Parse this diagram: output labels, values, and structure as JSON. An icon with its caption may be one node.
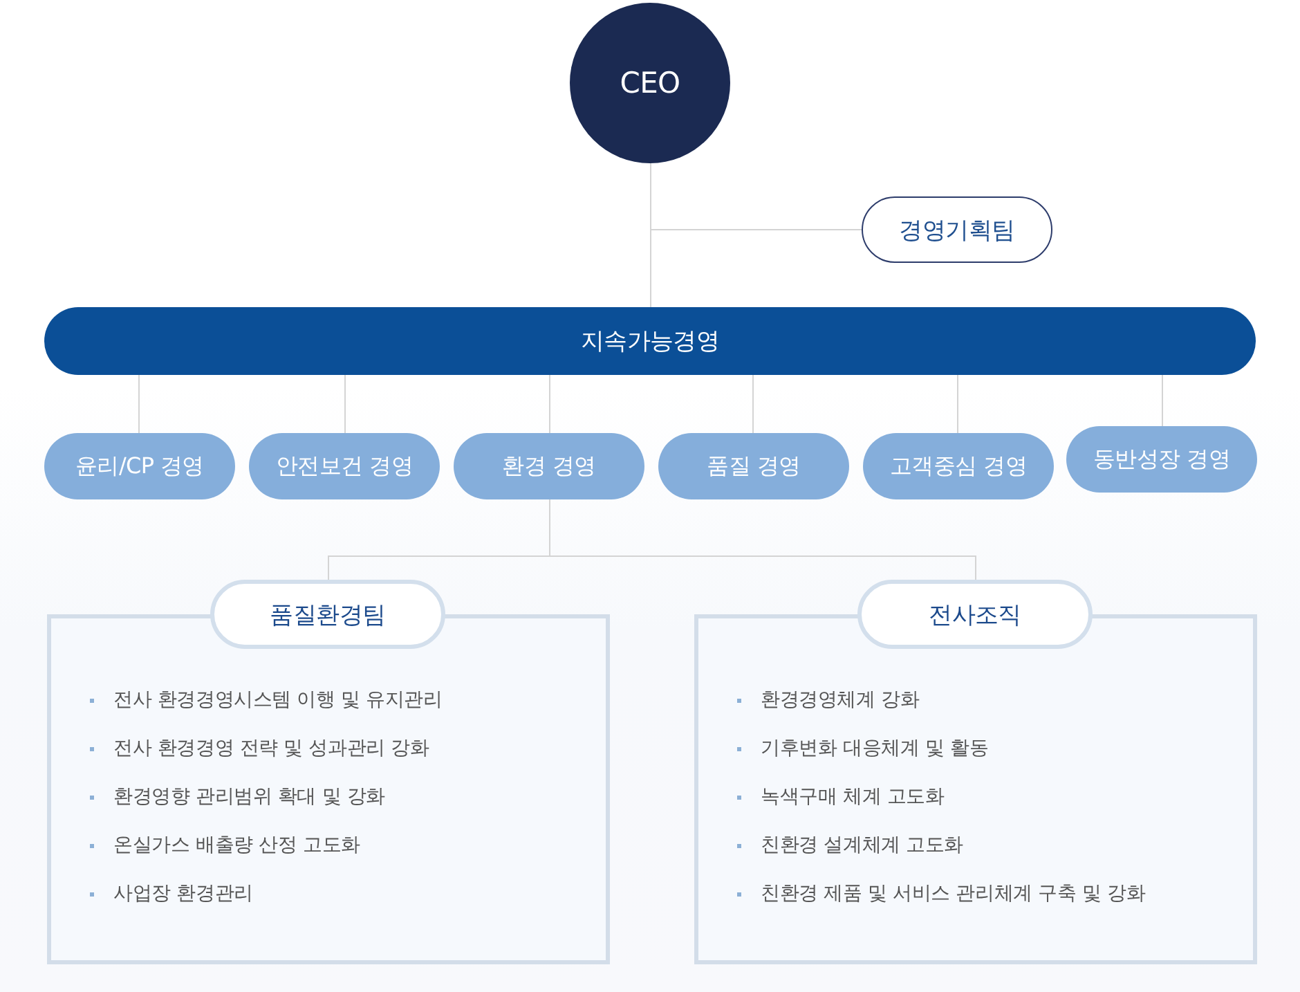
{
  "diagram": {
    "nodes": [
      {
        "text": [
          "CEO"
        ]
      },
      {
        "text": [
          "경영기획팀"
        ]
      },
      {
        "text": [
          "지속가능경영"
        ]
      },
      {
        "text": [
          "윤리/CP 경영"
        ]
      },
      {
        "text": [
          "안전보건 경영"
        ]
      },
      {
        "text": [
          "환경 경영"
        ]
      },
      {
        "text": [
          "품질 경영"
        ]
      },
      {
        "text": [
          "고객중심 경영"
        ]
      },
      {
        "text": [
          "동반성장 경영"
        ]
      },
      {
        "text": [
          "품질환경팀"
        ]
      },
      {
        "text": [
          "전사 환경경영시스템 이행 및 유지관리",
          "전사 환경경영 전략 및 성과관리 강화",
          "환경영향 관리범위 확대 및 강화",
          "온실가스 배출량 산정 고도화",
          "사업장 환경관리"
        ]
      },
      {
        "text": [
          "전사조직"
        ]
      },
      {
        "text": [
          "환경경영체계 강화",
          "기후변화 대응체계 및 활동",
          "녹색구매 체계 고도화",
          "친환경 설계체계 고도화",
          "친환경 제품 및 서비스 관리체계 구축 및 강화"
        ]
      }
    ],
    "edges": [
      {
        "from": 0,
        "to": 2,
        "arrow": "none"
      },
      {
        "from": 0,
        "to": 1,
        "arrow": "none"
      },
      {
        "from": 2,
        "to": 3,
        "arrow": "none"
      },
      {
        "from": 2,
        "to": 4,
        "arrow": "none"
      },
      {
        "from": 2,
        "to": 5,
        "arrow": "none"
      },
      {
        "from": 2,
        "to": 6,
        "arrow": "none"
      },
      {
        "from": 2,
        "to": 7,
        "arrow": "none"
      },
      {
        "from": 2,
        "to": 8,
        "arrow": "none"
      },
      {
        "from": 5,
        "to": 9,
        "arrow": "none"
      },
      {
        "from": 5,
        "to": 11,
        "arrow": "none"
      }
    ]
  }
}
